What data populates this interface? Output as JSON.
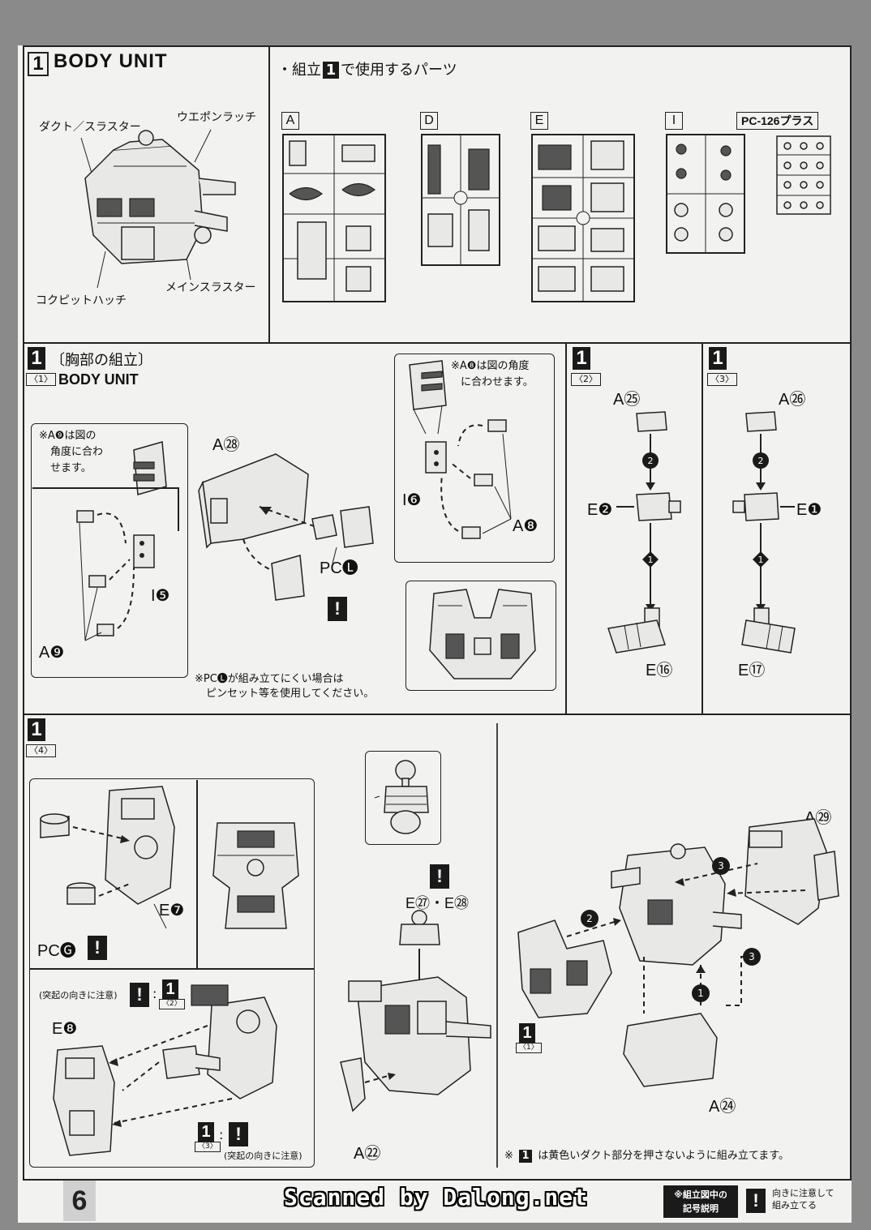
{
  "section1": {
    "step_number": "1",
    "title": "BODY UNIT",
    "callouts": {
      "duct": "ダクト／スラスター",
      "weapon_latch": "ウエポンラッチ",
      "cockpit": "コクピットハッチ",
      "main_thruster": "メインスラスター"
    },
    "parts_header_prefix": "・組立",
    "parts_header_step": "1",
    "parts_header_suffix": "で使用するパーツ",
    "runners": [
      "A",
      "D",
      "E",
      "I"
    ],
    "pc_runner": "PC-126プラス"
  },
  "step1_1": {
    "step_number": "1",
    "sub_label": "〈1〉",
    "title_jp": "〔胸部の組立〕",
    "title_en": "BODY UNIT",
    "note_a9": "※A❾は図の角度に合わせます。",
    "note_a9_lines": [
      "※A❾は図の",
      "角度に合わ",
      "せます。"
    ],
    "note_a8_lines": [
      "※A❽は図の角度",
      "に合わせます。"
    ],
    "labels": {
      "a28": "A㉘",
      "i6": "I❻",
      "a8": "A❽",
      "i5": "I❺",
      "a9": "A❾",
      "pcl": "PC🅛"
    },
    "pcl_text": "PC",
    "pcl_letter": "L",
    "bottom_note_lines": [
      "※PC🅛が組み立てにくい場合は",
      "ピンセット等を使用してください。"
    ]
  },
  "step1_2": {
    "step_number": "1",
    "sub_label": "〈2〉",
    "top": "A㉕",
    "middle": "E❷",
    "bottom": "E⑯",
    "order": [
      "2",
      "1"
    ]
  },
  "step1_3": {
    "step_number": "1",
    "sub_label": "〈3〉",
    "top": "A㉖",
    "middle": "E❶",
    "bottom": "E⑰",
    "order": [
      "2",
      "1"
    ]
  },
  "step1_4": {
    "step_number": "1",
    "sub_label": "〈4〉",
    "labels": {
      "e7": "E❼",
      "pcg": "PC🅖",
      "e8": "E❽",
      "e27_28": "E㉗・E㉘",
      "a22": "A㉒",
      "a29": "A㉙",
      "a24": "A㉔"
    },
    "note_orientation": "(突起の向きに注意)",
    "ref_step2": "〈2〉",
    "ref_step3": "〈3〉",
    "ref_step1": "〈1〉",
    "order": [
      "1",
      "2",
      "3",
      "3"
    ],
    "bottom_note": "は黄色いダクト部分を押さないように組み立てます。",
    "bottom_note_prefix": "※"
  },
  "footer": {
    "page_number": "6",
    "scanned": "Scanned by Dalong.net",
    "legend_title_lines": [
      "※組立図中の",
      "記号説明"
    ],
    "legend_desc_lines": [
      "向きに注意して",
      "組み立てる"
    ]
  }
}
